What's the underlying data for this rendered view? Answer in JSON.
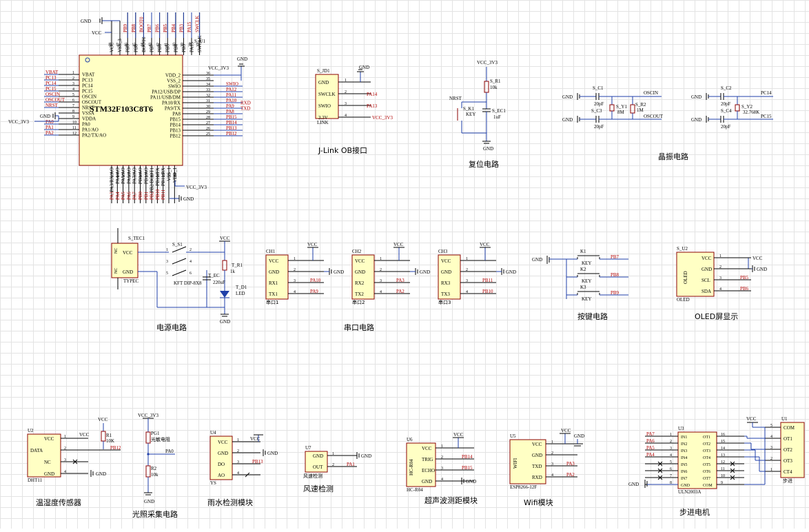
{
  "mcu": {
    "designator": "S_U1",
    "name": "STM32F103C8T6",
    "top_net_gnd": "GND",
    "top_net_vcc": "VCC",
    "left_pins": [
      {
        "num": "1",
        "name": "VBAT",
        "net": "VBAT"
      },
      {
        "num": "2",
        "name": "PC13",
        "net": "PC13"
      },
      {
        "num": "3",
        "name": "PC14",
        "net": "PC14"
      },
      {
        "num": "4",
        "name": "PC15",
        "net": "PC15"
      },
      {
        "num": "5",
        "name": "OSCIN",
        "net": "OSCIN"
      },
      {
        "num": "6",
        "name": "OSCOUT",
        "net": "OSCOUT"
      },
      {
        "num": "7",
        "name": "NRST",
        "net": "NRST"
      },
      {
        "num": "8",
        "name": "VSSA",
        "net": ""
      },
      {
        "num": "9",
        "name": "VDDA",
        "net": ""
      },
      {
        "num": "10",
        "name": "PA0",
        "net": "PA0"
      },
      {
        "num": "11",
        "name": "PA1/AO",
        "net": "PA1"
      },
      {
        "num": "12",
        "name": "PA2/TX/AO",
        "net": "PA2"
      }
    ],
    "left_power": {
      "gnd": "GND",
      "vcc": "VCC_3V3"
    },
    "right_pins": [
      {
        "num": "36",
        "name": "VDD_2",
        "net": ""
      },
      {
        "num": "35",
        "name": "VSS_2",
        "net": ""
      },
      {
        "num": "34",
        "name": "SWIO",
        "net": "SWIO"
      },
      {
        "num": "33",
        "name": "PA12/USB/DP",
        "net": "PA12"
      },
      {
        "num": "32",
        "name": "PA11/USB/DM",
        "net": "PA11"
      },
      {
        "num": "31",
        "name": "PA10/RX",
        "net": "PA10",
        "extra": "RXD"
      },
      {
        "num": "30",
        "name": "PA9/TX",
        "net": "PA9",
        "extra": "TXD"
      },
      {
        "num": "29",
        "name": "PA8",
        "net": "PA8"
      },
      {
        "num": "28",
        "name": "PB15",
        "net": "PB15"
      },
      {
        "num": "27",
        "name": "PB14",
        "net": "PB14"
      },
      {
        "num": "26",
        "name": "PB13",
        "net": "PB13"
      },
      {
        "num": "25",
        "name": "PB12",
        "net": "PB12"
      }
    ],
    "right_power": {
      "vcc": "VCC_3V3",
      "gnd": "GND"
    },
    "top_pins": [
      {
        "num": "48",
        "name": "VCC",
        "net": ""
      },
      {
        "num": "47",
        "name": "VSS_3",
        "net": ""
      },
      {
        "num": "46",
        "name": "PB9",
        "net": "PB9"
      },
      {
        "num": "45",
        "name": "PB8",
        "net": "PB8"
      },
      {
        "num": "44",
        "name": "BOOT0",
        "net": "BOOT0"
      },
      {
        "num": "43",
        "name": "PB7",
        "net": "PB7"
      },
      {
        "num": "42",
        "name": "PB6",
        "net": "PB6"
      },
      {
        "num": "41",
        "name": "PB5",
        "net": "PB5"
      },
      {
        "num": "40",
        "name": "PB4",
        "net": "PB4"
      },
      {
        "num": "39",
        "name": "PB3",
        "net": "PB3"
      },
      {
        "num": "38",
        "name": "PA15",
        "net": "PA15"
      },
      {
        "num": "37",
        "name": "SWCLK",
        "net": "SWCLK"
      }
    ],
    "bottom_pins": [
      {
        "num": "13",
        "name": "PA3/RX/AO",
        "net": "PA3"
      },
      {
        "num": "14",
        "name": "PA4/AO",
        "net": "PA4"
      },
      {
        "num": "15",
        "name": "PA5/AO",
        "net": "PA5"
      },
      {
        "num": "16",
        "name": "PA6/AO",
        "net": "PA6"
      },
      {
        "num": "17",
        "name": "PA7/AO",
        "net": "PA7"
      },
      {
        "num": "18",
        "name": "PB0/AO",
        "net": "PB0"
      },
      {
        "num": "19",
        "name": "PB1/AO",
        "net": "PB1"
      },
      {
        "num": "20",
        "name": "PB2/BOOT1",
        "net": "PB2"
      },
      {
        "num": "21",
        "name": "PB10/TX",
        "net": "PB10"
      },
      {
        "num": "22",
        "name": "PB11/RX",
        "net": "PB11"
      },
      {
        "num": "23",
        "name": "VSS_1",
        "net": ""
      },
      {
        "num": "24",
        "name": "VDD_1",
        "net": ""
      }
    ],
    "bottom_power": {
      "vcc": "VCC_3V3",
      "gnd": "GND"
    }
  },
  "jlink": {
    "designator": "S_JD1",
    "footer": "LINK",
    "title": "J-Link OB接口",
    "pins": [
      {
        "num": "1",
        "name": "GND",
        "net": "GND"
      },
      {
        "num": "2",
        "name": "SWCLK",
        "net": "PA14"
      },
      {
        "num": "3",
        "name": "SWIO",
        "net": "PA13"
      },
      {
        "num": "4",
        "name": "3.3V",
        "net": "VCC_3V3"
      }
    ]
  },
  "reset": {
    "title": "复位电路",
    "vcc": "VCC_3V3",
    "r_ref": "S_R1",
    "r_val": "10k",
    "nrst": "NRST",
    "key_ref": "S_K1",
    "key_val": "KEY",
    "c_ref": "S_EC1",
    "c_val": "1uF",
    "gnd": "GND"
  },
  "crystal": {
    "title": "晶振电路",
    "gnd": "GND",
    "c1": {
      "ref": "S_C1",
      "val": "20pF"
    },
    "c3": {
      "ref": "S_C3",
      "val": "20pF"
    },
    "y1": {
      "ref": "S_Y1",
      "val": "8M"
    },
    "r2": {
      "ref": "S_R2",
      "val": "1M"
    },
    "oscin": "OSCIN",
    "oscout": "OSCOUT",
    "c2": {
      "ref": "S_C2",
      "val": "20pF"
    },
    "c4": {
      "ref": "S_C4",
      "val": "20pF"
    },
    "y2": {
      "ref": "S_Y2",
      "val": "32.768K"
    },
    "pc14": "PC14",
    "pc15": "PC15"
  },
  "power": {
    "title": "电源电路",
    "conn_ref": "S_TEC1",
    "conn_val": "TYPEC",
    "pin1": "VCC",
    "pin2": "GND",
    "nc": "NC",
    "sw_ref": "S_S1",
    "sw_val": "KFT DIP-8X8",
    "r_ref": "T_R1",
    "r_val": "1k",
    "ec_ref": "T_EC",
    "ec_val": "220uF",
    "led_ref": "T_D1",
    "led_val": "LED",
    "vcc": "VCC",
    "gnd": "GND",
    "sw_pins": [
      "1",
      "2",
      "3",
      "4",
      "5",
      "6"
    ]
  },
  "serial": {
    "title": "串口电路",
    "ports": [
      {
        "ref": "CH1",
        "footer": "串口1",
        "pins": [
          "VCC",
          "GND",
          "RX1",
          "TX1"
        ],
        "nets": [
          "VCC",
          "GND",
          "PA10",
          "PA9"
        ]
      },
      {
        "ref": "CH2",
        "footer": "串口2",
        "pins": [
          "VCC",
          "GND",
          "RX2",
          "TX2"
        ],
        "nets": [
          "VCC",
          "GND",
          "PA3",
          "PA2"
        ]
      },
      {
        "ref": "CH3",
        "footer": "串口3",
        "pins": [
          "VCC",
          "GND",
          "RX3",
          "TX3"
        ],
        "nets": [
          "VCC",
          "GND",
          "PB11",
          "PB10"
        ]
      }
    ]
  },
  "keys": {
    "title": "按键电路",
    "gnd": "GND",
    "items": [
      {
        "ref": "K1",
        "val": "KEY",
        "net": "PB7"
      },
      {
        "ref": "K2",
        "val": "KEY",
        "net": "PB8"
      },
      {
        "ref": "K3",
        "val": "KEY",
        "net": "PB9"
      }
    ]
  },
  "oled": {
    "title": "OLED屏显示",
    "ref": "S_U2",
    "body": "OLED",
    "footer": "OLED",
    "pins": [
      {
        "num": "1",
        "name": "VCC",
        "net": "VCC"
      },
      {
        "num": "2",
        "name": "GND",
        "net": "GND"
      },
      {
        "num": "3",
        "name": "SCL",
        "net": "PB5"
      },
      {
        "num": "4",
        "name": "SDA",
        "net": "PB6"
      }
    ]
  },
  "dht": {
    "title": "温湿度传感器",
    "ref": "U2",
    "footer": "DHT11",
    "pins": [
      {
        "num": "1",
        "name": "VCC",
        "net": "VCC"
      },
      {
        "num": "2",
        "name": "DATA",
        "net": "PB12"
      },
      {
        "num": "3",
        "name": "NC",
        "net": ""
      },
      {
        "num": "4",
        "name": "GND",
        "net": "GND"
      }
    ],
    "r_ref": "R1",
    "r_val": "10K",
    "vcc": "VCC"
  },
  "light": {
    "title": "光照采集电路",
    "vcc": "VCC_3V3",
    "pg_ref": "PG1",
    "pg_val": "光敏电阻",
    "r_ref": "R2",
    "r_val": "10k",
    "net": "PA0",
    "gnd": "GND"
  },
  "rain": {
    "title": "雨水检测模块",
    "ref": "U4",
    "footer": "YS",
    "pins": [
      {
        "num": "1",
        "name": "VCC",
        "net": "VCC"
      },
      {
        "num": "2",
        "name": "GND",
        "net": "GND"
      },
      {
        "num": "3",
        "name": "DO",
        "net": "PB13"
      },
      {
        "num": "4",
        "name": "AO",
        "net": ""
      }
    ]
  },
  "wind": {
    "title": "风速检测",
    "ref": "U7",
    "footer": "风速检测",
    "pins": [
      {
        "num": "1",
        "name": "GND",
        "net": "GND"
      },
      {
        "num": "2",
        "name": "OUT",
        "net": "PA1"
      }
    ]
  },
  "ultra": {
    "title": "超声波测距模块",
    "ref": "U6",
    "footer": "HC-R04",
    "body": "HC-R04",
    "pins": [
      {
        "num": "1",
        "name": "VCC",
        "net": "VCC"
      },
      {
        "num": "2",
        "name": "TRIG",
        "net": "PB14"
      },
      {
        "num": "3",
        "name": "ECHO",
        "net": "PB15"
      },
      {
        "num": "4",
        "name": "GND",
        "net": "GND"
      }
    ]
  },
  "wifi": {
    "title": "Wifi模块",
    "ref": "U5",
    "footer": "ESP8266-12F",
    "body": "WIFI",
    "pins": [
      {
        "num": "1",
        "name": "VCC",
        "net": "VCC"
      },
      {
        "num": "2",
        "name": "GND",
        "net": "GND"
      },
      {
        "num": "3",
        "name": "TXD",
        "net": "PA3"
      },
      {
        "num": "4",
        "name": "RXD",
        "net": "PA2"
      }
    ],
    "gnd": "GND"
  },
  "stepper": {
    "title": "步进电机",
    "ref": "U3",
    "footer": "ULN2003A",
    "motor_ref": "U1",
    "motor_footer": "步进",
    "vcc": "VCC",
    "gnd": "GND",
    "left_pins": [
      {
        "num": "1",
        "name": "IN1",
        "net": "PA7"
      },
      {
        "num": "2",
        "name": "IN2",
        "net": "PA6"
      },
      {
        "num": "3",
        "name": "IN3",
        "net": "PA5"
      },
      {
        "num": "4",
        "name": "IN4",
        "net": "PA4"
      },
      {
        "num": "5",
        "name": "IN5",
        "net": ""
      },
      {
        "num": "6",
        "name": "IN6",
        "net": ""
      },
      {
        "num": "7",
        "name": "IN7",
        "net": ""
      },
      {
        "num": "8",
        "name": "GND",
        "net": "GND"
      }
    ],
    "right_pins": [
      {
        "num": "16",
        "name": "OT1"
      },
      {
        "num": "15",
        "name": "OT2"
      },
      {
        "num": "14",
        "name": "OT3"
      },
      {
        "num": "13",
        "name": "OT4"
      },
      {
        "num": "12",
        "name": "OT5"
      },
      {
        "num": "11",
        "name": "OT6"
      },
      {
        "num": "10",
        "name": "OT7"
      },
      {
        "num": "9",
        "name": "COM"
      }
    ],
    "motor_pins": [
      {
        "num": "5",
        "name": "COM"
      },
      {
        "num": "4",
        "name": "OT1"
      },
      {
        "num": "3",
        "name": "OT2"
      },
      {
        "num": "2",
        "name": "OT3"
      },
      {
        "num": "1",
        "name": "CT4"
      }
    ]
  }
}
